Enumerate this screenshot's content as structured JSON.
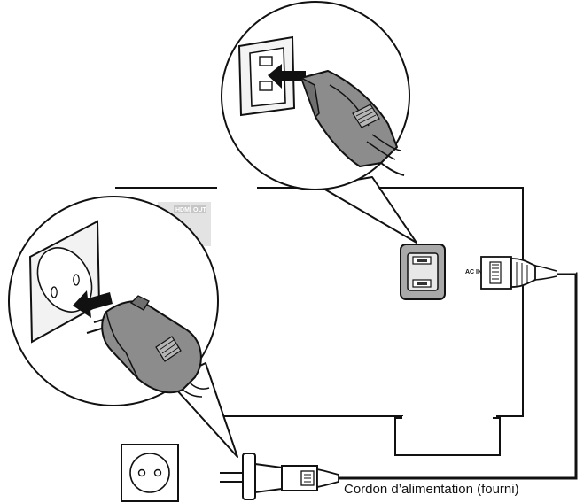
{
  "caption": "Cordon d’alimentation (fourni)",
  "device": {
    "ac_inlet_label": "AC IN",
    "hdmi_label": "HDMI",
    "hdmi_sub_label": "OUT"
  },
  "colors": {
    "line": "#111111",
    "plug_body": "#8c8c8c",
    "plug_dark": "#5a5a5a",
    "socket_face": "#f2f2f2",
    "faded_panel": "#d6d6d6"
  },
  "icons": [
    "wall-socket-icon",
    "ac-inlet-icon",
    "power-plug-icon",
    "iec-connector-icon",
    "insert-arrow-icon"
  ]
}
